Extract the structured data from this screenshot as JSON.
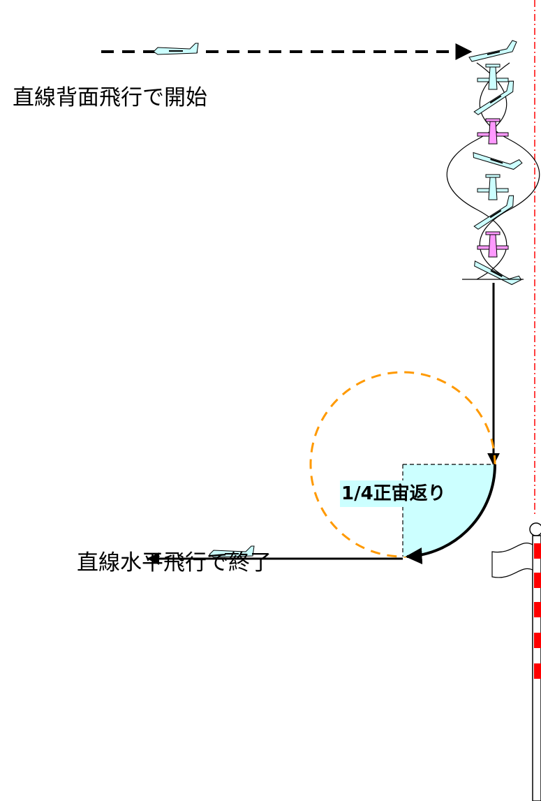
{
  "labels": {
    "start": "直線背面飛行で開始",
    "end": "直線水平飛行で終了",
    "maneuver": "1/4正宙返り"
  },
  "colors": {
    "plane_fill": "#ccffff",
    "roll_highlight": "#ff99ff",
    "quarter_fill": "#ccffff",
    "loop_outline": "#ff9900",
    "centerline": "#ff0000",
    "flag_stripe": "#ff0000",
    "path_line": "#000000"
  },
  "icons": {
    "plane": "airplane-icon",
    "flag": "flag-icon",
    "arrowhead": "arrowhead-icon"
  }
}
